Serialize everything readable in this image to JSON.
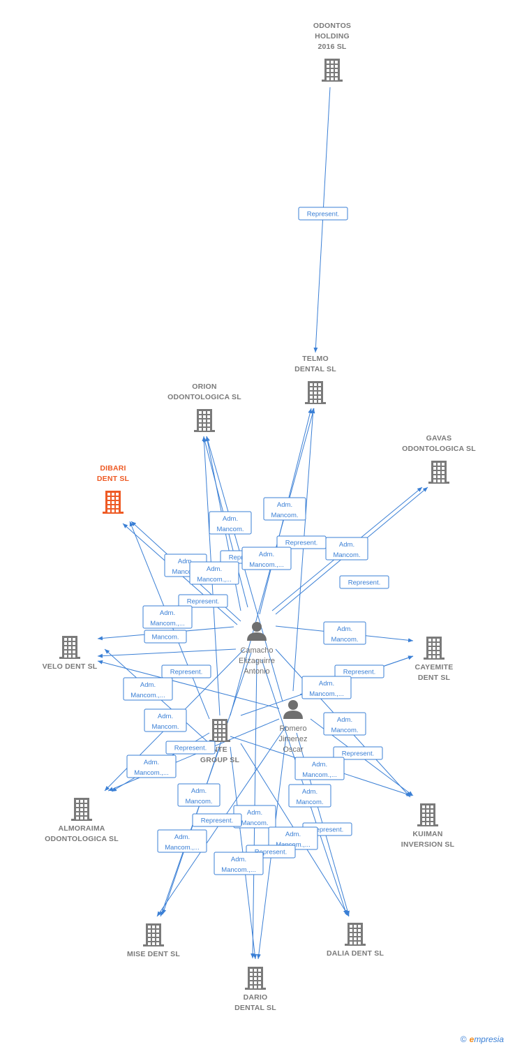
{
  "nodes": {
    "odontos": {
      "type": "company",
      "lines": [
        "ODONTOS",
        "HOLDING",
        "2016  SL"
      ]
    },
    "telmo": {
      "type": "company",
      "lines": [
        "TELMO",
        "DENTAL SL"
      ]
    },
    "orion": {
      "type": "company",
      "lines": [
        "ORION",
        "ODONTOLOGICA SL"
      ]
    },
    "gavas": {
      "type": "company",
      "lines": [
        "GAVAS",
        "ODONTOLOGICA SL"
      ]
    },
    "dibari": {
      "type": "company",
      "main": true,
      "lines": [
        "DIBARI",
        "DENT  SL"
      ]
    },
    "velo": {
      "type": "company",
      "lines": [
        "VELO DENT SL"
      ]
    },
    "cayemite": {
      "type": "company",
      "lines": [
        "CAYEMITE",
        "DENT SL"
      ]
    },
    "vente": {
      "type": "company",
      "lines": [
        "NTE",
        "GROUP  SL"
      ]
    },
    "almoraima": {
      "type": "company",
      "lines": [
        "ALMORAIMA",
        "ODONTOLOGICA SL"
      ]
    },
    "kuiman": {
      "type": "company",
      "lines": [
        "KUIMAN",
        "INVERSION SL"
      ]
    },
    "mise": {
      "type": "company",
      "lines": [
        "MISE DENT SL"
      ]
    },
    "dalia": {
      "type": "company",
      "lines": [
        "DALIA DENT SL"
      ]
    },
    "dario": {
      "type": "company",
      "lines": [
        "DARIO",
        "DENTAL SL"
      ]
    },
    "camacho": {
      "type": "person",
      "lines": [
        "Camacho",
        "Elizaguirre",
        "Antonio"
      ]
    },
    "romero": {
      "type": "person",
      "lines": [
        "Romero",
        "Jimenez",
        "Oscar"
      ]
    }
  },
  "edge_labels": [
    {
      "lines": [
        "Represent."
      ]
    },
    {
      "lines": [
        "Adm.",
        "Mancom."
      ]
    },
    {
      "lines": [
        "Adm.",
        "Mancom."
      ]
    },
    {
      "lines": [
        "Represent."
      ]
    },
    {
      "lines": [
        "Adm.",
        "Mancom."
      ]
    },
    {
      "lines": [
        "Represent."
      ]
    },
    {
      "lines": [
        "Adm.",
        "Mancom.,..."
      ]
    },
    {
      "lines": [
        "Adm.",
        "Mancom."
      ]
    },
    {
      "lines": [
        "Adm.",
        "Mancom.,..."
      ]
    },
    {
      "lines": [
        "Represent."
      ]
    },
    {
      "lines": [
        "Represent."
      ]
    },
    {
      "lines": [
        "Adm.",
        "Mancom.,..."
      ]
    },
    {
      "lines": [
        "Mancom."
      ]
    },
    {
      "lines": [
        "Adm.",
        "Mancom."
      ]
    },
    {
      "lines": [
        "Represent."
      ]
    },
    {
      "lines": [
        "Adm.",
        "Mancom.,..."
      ]
    },
    {
      "lines": [
        "Represent."
      ]
    },
    {
      "lines": [
        "Adm.",
        "Mancom.,..."
      ]
    },
    {
      "lines": [
        "Adm.",
        "Mancom."
      ]
    },
    {
      "lines": [
        "Adm.",
        "Mancom."
      ]
    },
    {
      "lines": [
        "Represent."
      ]
    },
    {
      "lines": [
        "Adm.",
        "Mancom.,..."
      ]
    },
    {
      "lines": [
        "Represent."
      ]
    },
    {
      "lines": [
        "Adm.",
        "Mancom.,..."
      ]
    },
    {
      "lines": [
        "Adm.",
        "Mancom."
      ]
    },
    {
      "lines": [
        "Adm.",
        "Mancom."
      ]
    },
    {
      "lines": [
        "Represent."
      ]
    },
    {
      "lines": [
        "Adm.",
        "Mancom."
      ]
    },
    {
      "lines": [
        "Represent."
      ]
    },
    {
      "lines": [
        "Adm.",
        "Mancom.,..."
      ]
    },
    {
      "lines": [
        "Adm.",
        "Mancom.,..."
      ]
    },
    {
      "lines": [
        "Represent."
      ]
    },
    {
      "lines": [
        "Adm.",
        "Mancom.,..."
      ]
    }
  ],
  "colors": {
    "edge": "#3a7fd5",
    "company": "#7a7a7a",
    "main_company": "#ee5a24",
    "person": "#6f6f6f"
  },
  "footer": {
    "copyright": "©",
    "brand_initial": "e",
    "brand_rest": "mpresia"
  }
}
